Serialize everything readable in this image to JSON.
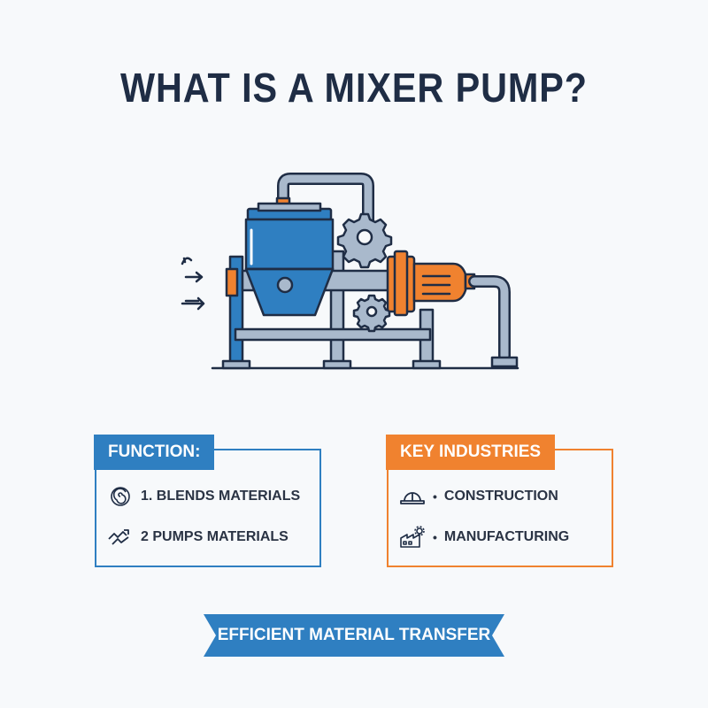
{
  "title": "WHAT IS A MIXER PUMP?",
  "function_card": {
    "header": "FUNCTION:",
    "items": [
      {
        "label": "1. BLENDS MATERIALS",
        "icon": "swirl-icon"
      },
      {
        "label": "2 PUMPS MATERIALS",
        "icon": "arrows-icon"
      }
    ]
  },
  "industries_card": {
    "header": "KEY INDUSTRIES",
    "items": [
      {
        "bullet": "•",
        "label": "CONSTRUCTION",
        "icon": "hard-hat-icon"
      },
      {
        "bullet": "•",
        "label": "MANUFACTURING",
        "icon": "factory-icon"
      }
    ]
  },
  "banner": "EFFICIENT MATERIAL TRANSFER",
  "colors": {
    "title": "#1f2d45",
    "blue": "#2f7fc1",
    "orange": "#f0822f",
    "steel": "#a9b9cc",
    "outline": "#1f2d45"
  }
}
